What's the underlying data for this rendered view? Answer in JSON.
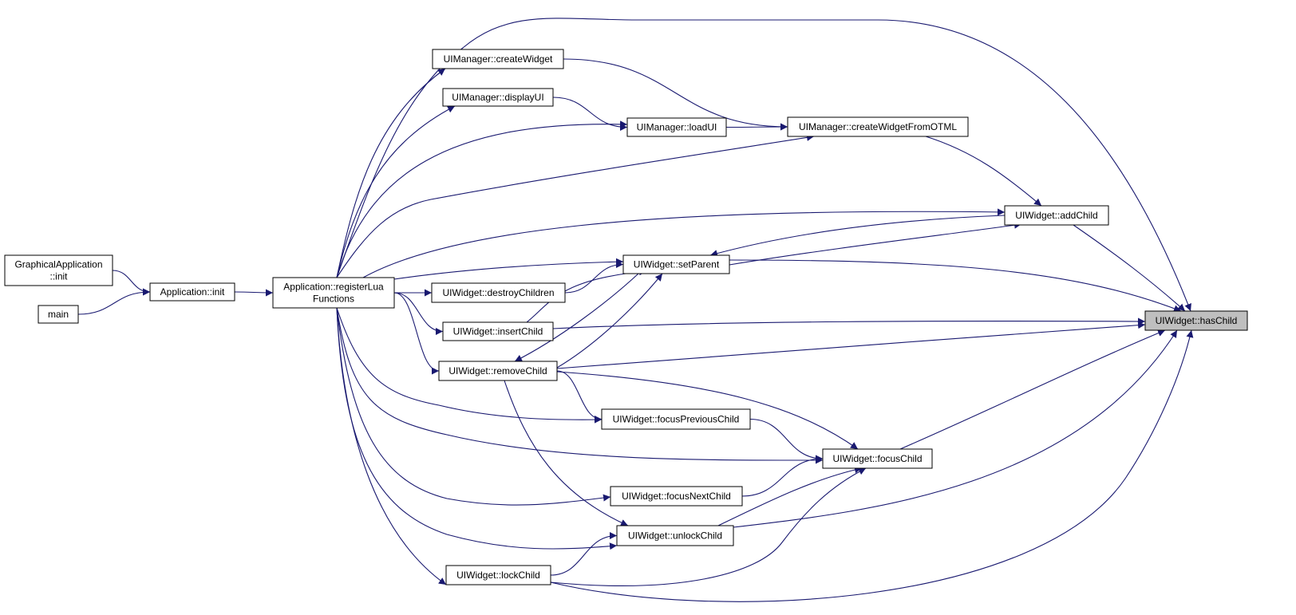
{
  "diagram": {
    "nodes": [
      {
        "id": "ga_init",
        "lines": [
          "GraphicalApplication",
          "::init"
        ]
      },
      {
        "id": "main",
        "lines": [
          "main"
        ]
      },
      {
        "id": "app_init",
        "lines": [
          "Application::init"
        ]
      },
      {
        "id": "app_reg",
        "lines": [
          "Application::registerLua",
          "Functions"
        ]
      },
      {
        "id": "uim_create",
        "lines": [
          "UIManager::createWidget"
        ]
      },
      {
        "id": "uim_display",
        "lines": [
          "UIManager::displayUI"
        ]
      },
      {
        "id": "uim_load",
        "lines": [
          "UIManager::loadUI"
        ]
      },
      {
        "id": "uim_otml",
        "lines": [
          "UIManager::createWidgetFromOTML"
        ]
      },
      {
        "id": "w_add",
        "lines": [
          "UIWidget::addChild"
        ]
      },
      {
        "id": "w_setparent",
        "lines": [
          "UIWidget::setParent"
        ]
      },
      {
        "id": "w_destroy",
        "lines": [
          "UIWidget::destroyChildren"
        ]
      },
      {
        "id": "w_insert",
        "lines": [
          "UIWidget::insertChild"
        ]
      },
      {
        "id": "w_remove",
        "lines": [
          "UIWidget::removeChild"
        ]
      },
      {
        "id": "w_focusprev",
        "lines": [
          "UIWidget::focusPreviousChild"
        ]
      },
      {
        "id": "w_focus",
        "lines": [
          "UIWidget::focusChild"
        ]
      },
      {
        "id": "w_focusnext",
        "lines": [
          "UIWidget::focusNextChild"
        ]
      },
      {
        "id": "w_unlock",
        "lines": [
          "UIWidget::unlockChild"
        ]
      },
      {
        "id": "w_lock",
        "lines": [
          "UIWidget::lockChild"
        ]
      },
      {
        "id": "w_has",
        "lines": [
          "UIWidget::hasChild"
        ],
        "highlight": true
      }
    ],
    "edges": [
      [
        "ga_init",
        "app_init"
      ],
      [
        "main",
        "app_init"
      ],
      [
        "app_init",
        "app_reg"
      ],
      [
        "app_reg",
        "w_has"
      ],
      [
        "app_reg",
        "uim_create"
      ],
      [
        "app_reg",
        "uim_display"
      ],
      [
        "app_reg",
        "uim_load"
      ],
      [
        "app_reg",
        "uim_otml"
      ],
      [
        "app_reg",
        "w_add"
      ],
      [
        "app_reg",
        "w_setparent"
      ],
      [
        "app_reg",
        "w_destroy"
      ],
      [
        "app_reg",
        "w_insert"
      ],
      [
        "app_reg",
        "w_remove"
      ],
      [
        "app_reg",
        "w_focusprev"
      ],
      [
        "app_reg",
        "w_focus"
      ],
      [
        "app_reg",
        "w_focusnext"
      ],
      [
        "app_reg",
        "w_unlock"
      ],
      [
        "app_reg",
        "w_lock"
      ],
      [
        "uim_create",
        "uim_otml"
      ],
      [
        "uim_display",
        "uim_load"
      ],
      [
        "uim_load",
        "uim_otml"
      ],
      [
        "uim_otml",
        "w_add"
      ],
      [
        "w_add",
        "w_setparent"
      ],
      [
        "w_add",
        "w_has"
      ],
      [
        "w_setparent",
        "w_add"
      ],
      [
        "w_setparent",
        "w_has"
      ],
      [
        "w_destroy",
        "w_setparent"
      ],
      [
        "w_insert",
        "w_setparent"
      ],
      [
        "w_insert",
        "w_has"
      ],
      [
        "w_remove",
        "w_setparent"
      ],
      [
        "w_setparent",
        "w_remove"
      ],
      [
        "w_remove",
        "w_has"
      ],
      [
        "w_remove",
        "w_focusprev"
      ],
      [
        "w_remove",
        "w_focus"
      ],
      [
        "w_focusprev",
        "w_focus"
      ],
      [
        "w_focusnext",
        "w_focus"
      ],
      [
        "w_remove",
        "w_unlock"
      ],
      [
        "w_unlock",
        "w_focus"
      ],
      [
        "w_unlock",
        "w_has"
      ],
      [
        "w_lock",
        "w_unlock"
      ],
      [
        "w_lock",
        "w_focus"
      ],
      [
        "w_lock",
        "w_has"
      ],
      [
        "w_focus",
        "w_has"
      ]
    ]
  }
}
